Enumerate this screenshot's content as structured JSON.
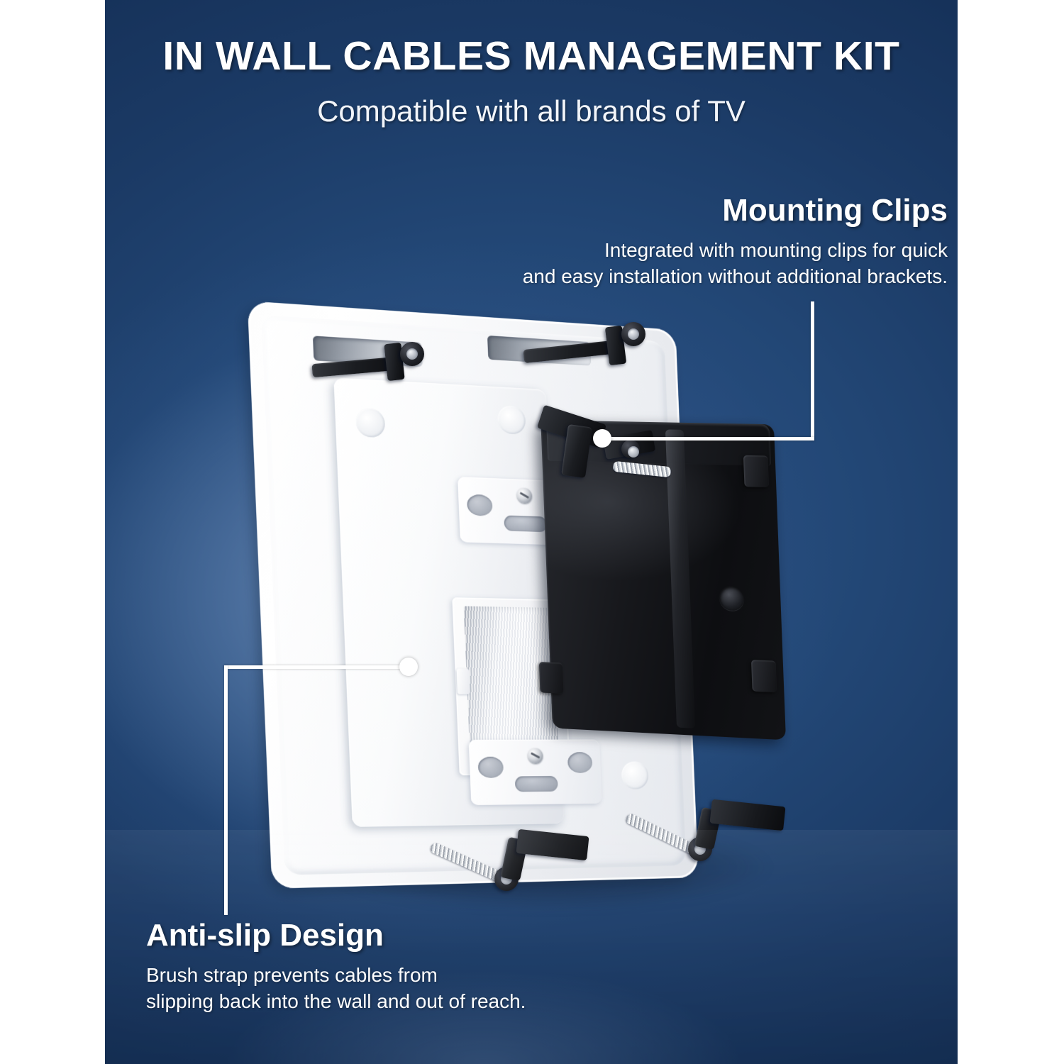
{
  "header": {
    "title": "IN WALL CABLES MANAGEMENT KIT",
    "subtitle": "Compatible with all brands of TV"
  },
  "callouts": [
    {
      "id": "mounting-clips",
      "title": "Mounting Clips",
      "line1": "Integrated with mounting clips for quick",
      "line2": "and easy installation without additional brackets."
    },
    {
      "id": "anti-slip-design",
      "title": "Anti-slip Design",
      "line1": "Brush strap prevents cables from",
      "line2": "slipping back into the wall and out of reach."
    }
  ],
  "product": {
    "name": "in-wall-cable-management-wall-plate",
    "parts": [
      "white-wall-plate",
      "brush-strap",
      "black-low-voltage-bracket",
      "mounting-clips"
    ]
  },
  "colors": {
    "background_blue_dark": "#16325a",
    "background_blue_mid": "#234877",
    "background_blue_light": "#7696c0",
    "text_white": "#ffffff",
    "plate_white": "#ffffff",
    "bracket_black": "#121316",
    "page_white": "#ffffff"
  }
}
